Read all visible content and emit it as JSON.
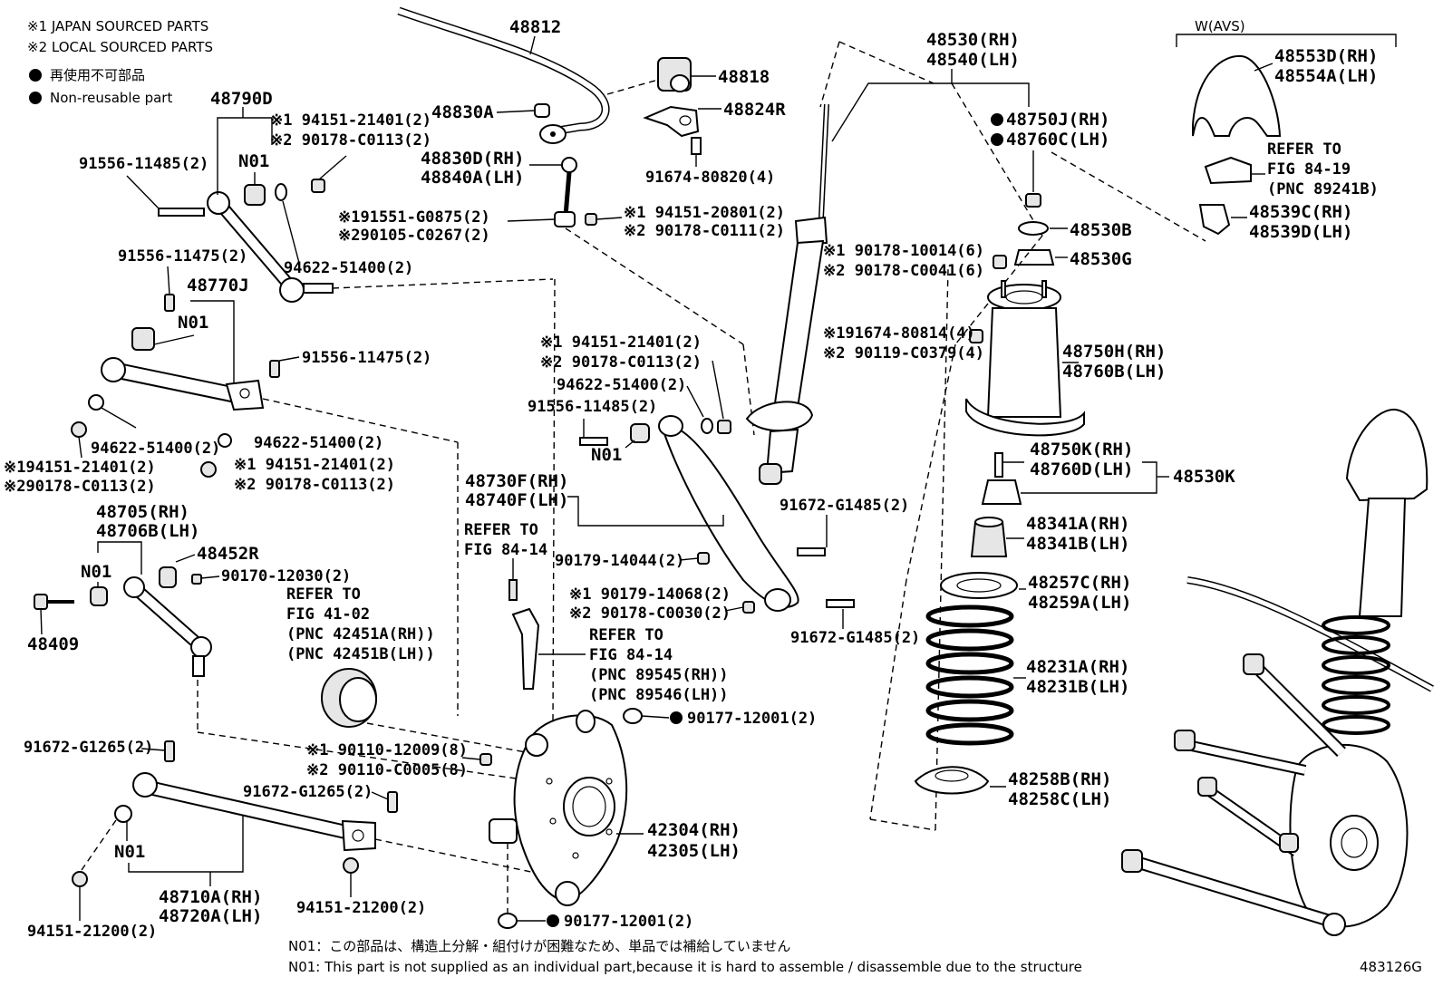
{
  "legend": {
    "japan": "※1 JAPAN SOURCED PARTS",
    "local": "※2 LOCAL SOURCED PARTS",
    "nonreuse_jp": "再使用不可部品",
    "nonreuse_en": "Non-reusable part"
  },
  "avs_header": "W(AVS)",
  "fig_code": "483126G",
  "notes": {
    "jp": "N01：この部品は、構造上分解・組付けが困難なため、単品では補給していません",
    "en": "N01: This part is not supplied as an individual part,because it is hard to assemble / disassemble due to the structure"
  },
  "labels": {
    "p48812": "48812",
    "p48818": "48818",
    "p48830A": "48830A",
    "p48824R": "48824R",
    "p48830D_rh": "48830D(RH)",
    "p48840A_lh": "48840A(LH)",
    "p91674_80820": "91674-80820(4)",
    "p48790D": "48790D",
    "s1_94151_21401_a": "※1 94151-21401(2)",
    "s2_90178_C0113_a": "※2 90178-C0113(2)",
    "p91556_11485_a": "91556-11485(2)",
    "n01_a": "N01",
    "s1_91551_G0875": "※191551-G0875(2)",
    "s2_90105_C0267": "※290105-C0267(2)",
    "s1_94151_20801": "※1 94151-20801(2)",
    "s2_90178_C0111": "※2 90178-C0111(2)",
    "p91556_11475_a": "91556-11475(2)",
    "p48770J": "48770J",
    "n01_b": "N01",
    "p94622_51400_a": "94622-51400(2)",
    "p91556_11475_b": "91556-11475(2)",
    "p94622_51400_b": "94622-51400(2)",
    "p94622_51400_c": "94622-51400(2)",
    "s1_94151_21401_b": "※194151-21401(2)",
    "s2_90178_C0113_b": "※290178-C0113(2)",
    "s1_94151_21401_c": "※1 94151-21401(2)",
    "s2_90178_C0113_c": "※2 90178-C0113(2)",
    "p48705_rh": "48705(RH)",
    "p48706B_lh": "48706B(LH)",
    "p48452R": "48452R",
    "n01_c": "N01",
    "p90170_12030": "90170-12030(2)",
    "p48409": "48409",
    "refer_41_a": "REFER TO",
    "refer_41_b": "FIG 41-02",
    "refer_41_c": "(PNC 42451A(RH))",
    "refer_41_d": "(PNC 42451B(LH))",
    "p91672_G1265_a": "91672-G1265(2)",
    "s1_90110_12009": "※1 90110-12009(8)",
    "s2_90110_C0005": "※2 90110-C0005(8)",
    "p91672_G1265_b": "91672-G1265(2)",
    "n01_d": "N01",
    "p48710A_rh": "48710A(RH)",
    "p48720A_lh": "48720A(LH)",
    "p94151_21200_a": "94151-21200(2)",
    "p94151_21200_b": "94151-21200(2)",
    "s1_94151_21401_d": "※1 94151-21401(2)",
    "s2_90178_C0113_d": "※2 90178-C0113(2)",
    "p94622_51400_d": "94622-51400(2)",
    "p91556_11485_b": "91556-11485(2)",
    "n01_e": "N01",
    "p48730F_rh": "48730F(RH)",
    "p48740F_lh": "48740F(LH)",
    "refer_84_a1": "REFER TO",
    "refer_84_a2": "FIG 84-14",
    "p90179_14044": "90179-14044(2)",
    "s1_90179_14068": "※1 90179-14068(2)",
    "s2_90178_C0030": "※2 90178-C0030(2)",
    "p91672_G1485_a": "91672-G1485(2)",
    "p91672_G1485_b": "91672-G1485(2)",
    "refer_84_b1": "REFER TO",
    "refer_84_b2": "FIG 84-14",
    "refer_84_b3": "(PNC 89545(RH))",
    "refer_84_b4": "(PNC 89546(LH))",
    "p90177_12001_a": "90177-12001(2)",
    "p90177_12001_b": "90177-12001(2)",
    "p42304_rh": "42304(RH)",
    "p42305_lh": "42305(LH)",
    "p48530_rh": "48530(RH)",
    "p48540_lh": "48540(LH)",
    "p48750J_rh": "48750J(RH)",
    "p48760C_lh": "48760C(LH)",
    "p48530B": "48530B",
    "s1_90178_10014": "※1 90178-10014(6)",
    "s2_90178_C0041": "※2 90178-C0041(6)",
    "p48530G": "48530G",
    "s1_91674_80814": "※191674-80814(4)",
    "s2_90119_C0379": "※2 90119-C0379(4)",
    "p48750H_rh": "48750H(RH)",
    "p48760B_lh": "48760B(LH)",
    "p48750K_rh": "48750K(RH)",
    "p48760D_lh": "48760D(LH)",
    "p48530K": "48530K",
    "p48341A_rh": "48341A(RH)",
    "p48341B_lh": "48341B(LH)",
    "p48257C_rh": "48257C(RH)",
    "p48259A_lh": "48259A(LH)",
    "p48231A_rh": "48231A(RH)",
    "p48231B_lh": "48231B(LH)",
    "p48258B_rh": "48258B(RH)",
    "p48258C_lh": "48258C(LH)",
    "p48553D_rh": "48553D(RH)",
    "p48554A_lh": "48554A(LH)",
    "refer_84_19_a": "REFER TO",
    "refer_84_19_b": "FIG 84-19",
    "refer_84_19_c": "(PNC 89241B)",
    "p48539C_rh": "48539C(RH)",
    "p48539D_lh": "48539D(LH)"
  }
}
